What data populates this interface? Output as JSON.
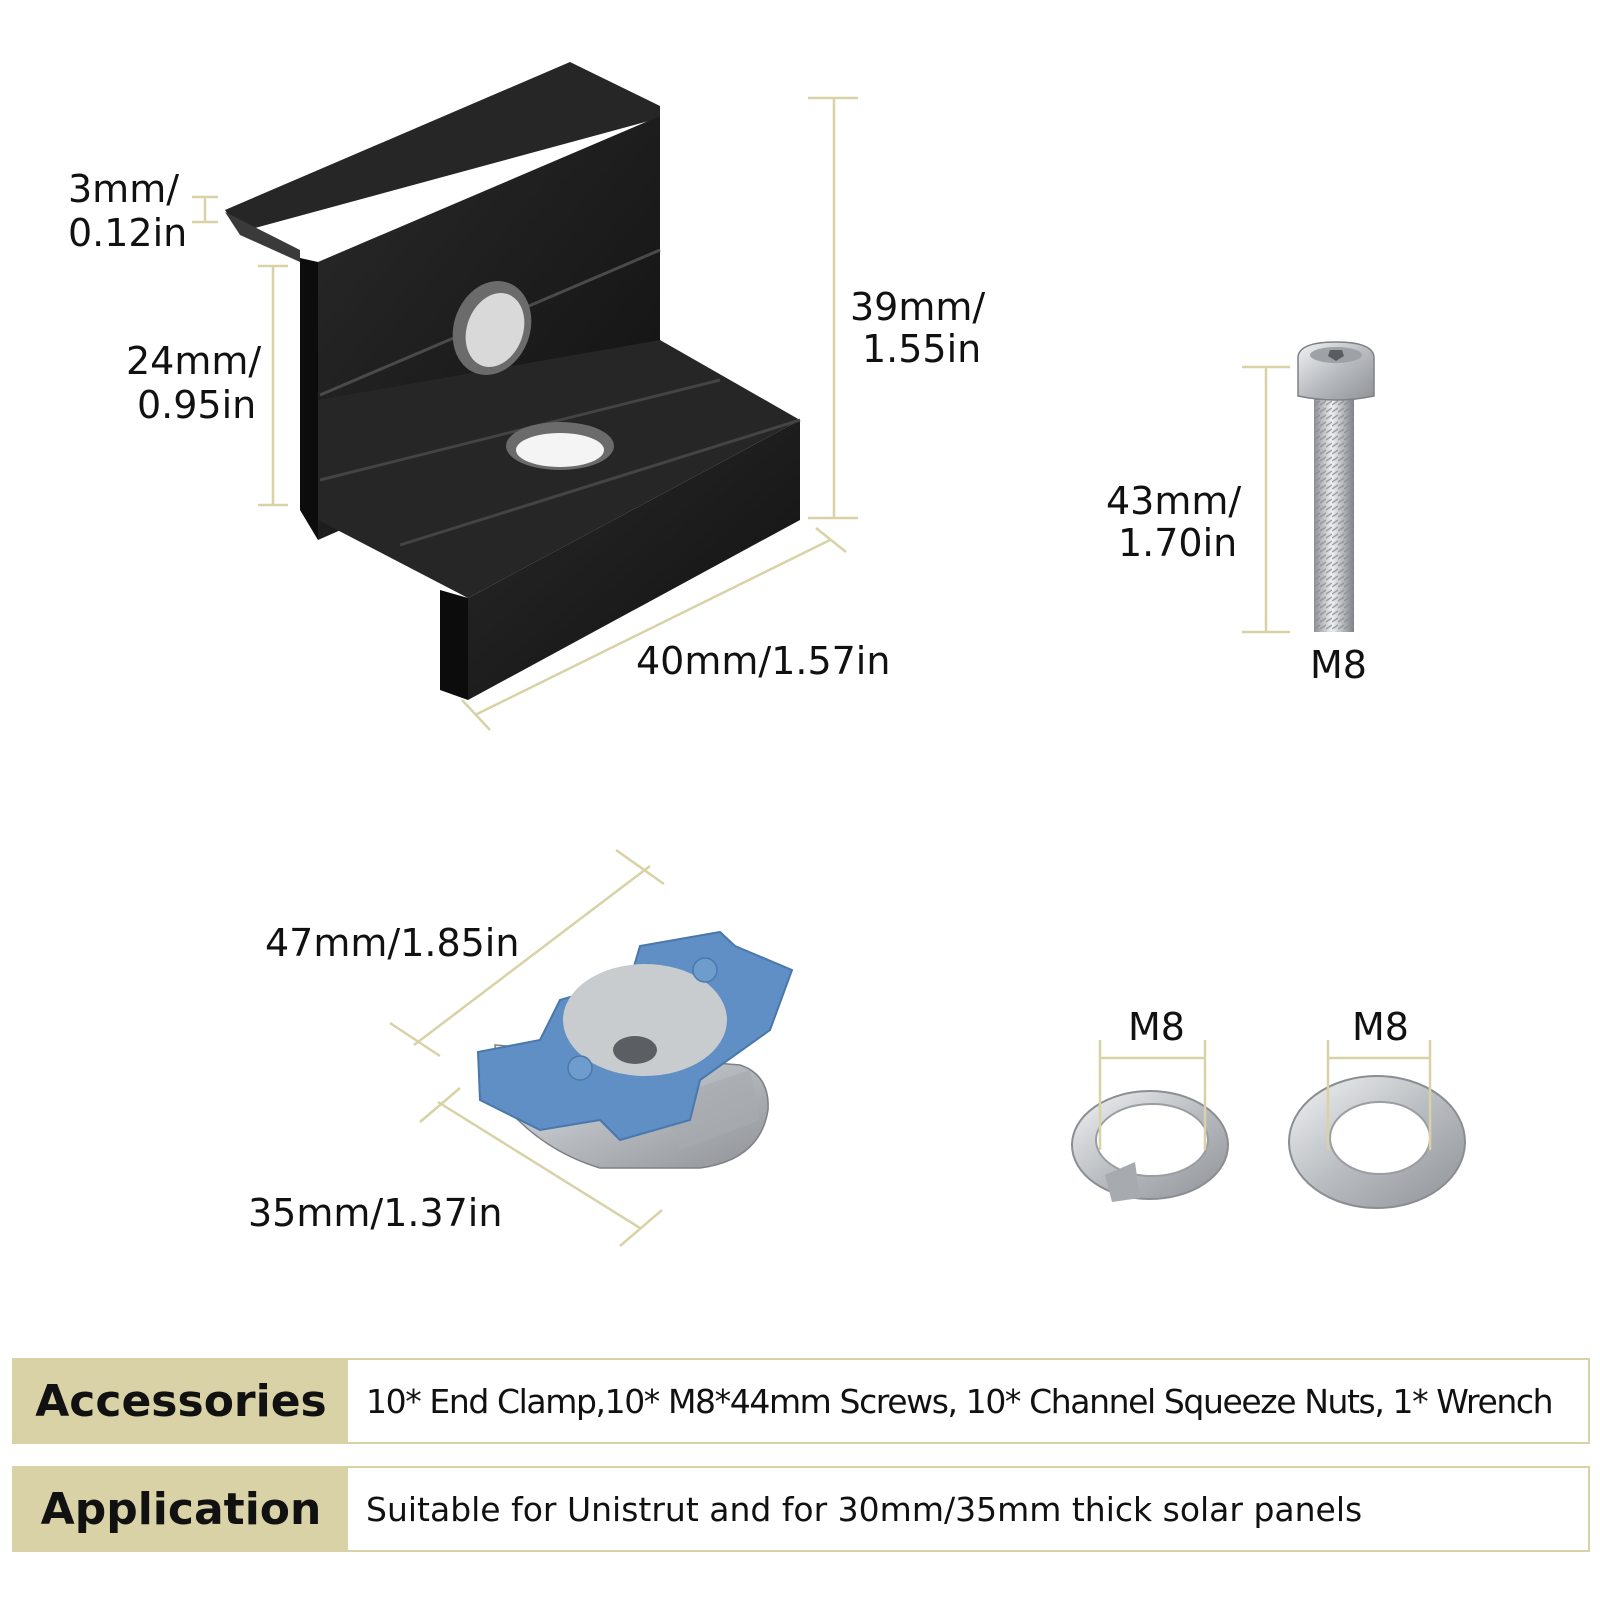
{
  "dimensions": {
    "clamp_thickness": [
      "3mm/",
      "0.12in"
    ],
    "clamp_inner_height": [
      "24mm/",
      "0.95in"
    ],
    "clamp_height": [
      "39mm/",
      "1.55in"
    ],
    "clamp_width": "40mm/1.57in",
    "screw_length": [
      "43mm/",
      "1.70in"
    ],
    "screw_size": "M8",
    "nut_length": "47mm/1.85in",
    "nut_width": "35mm/1.37in",
    "spring_washer_size": "M8",
    "flat_washer_size": "M8"
  },
  "colors": {
    "accent": "#d8d2a6",
    "clamp": "#1c1c1c",
    "nut_cover": "#5f8fc4",
    "metal": "#c9cccf"
  },
  "table": {
    "accessories_label": "Accessories",
    "accessories_value": "10* End Clamp,10* M8*44mm Screws, 10* Channel Squeeze Nuts, 1* Wrench",
    "application_label": "Application",
    "application_value": "Suitable for Unistrut and for 30mm/35mm thick solar panels"
  }
}
